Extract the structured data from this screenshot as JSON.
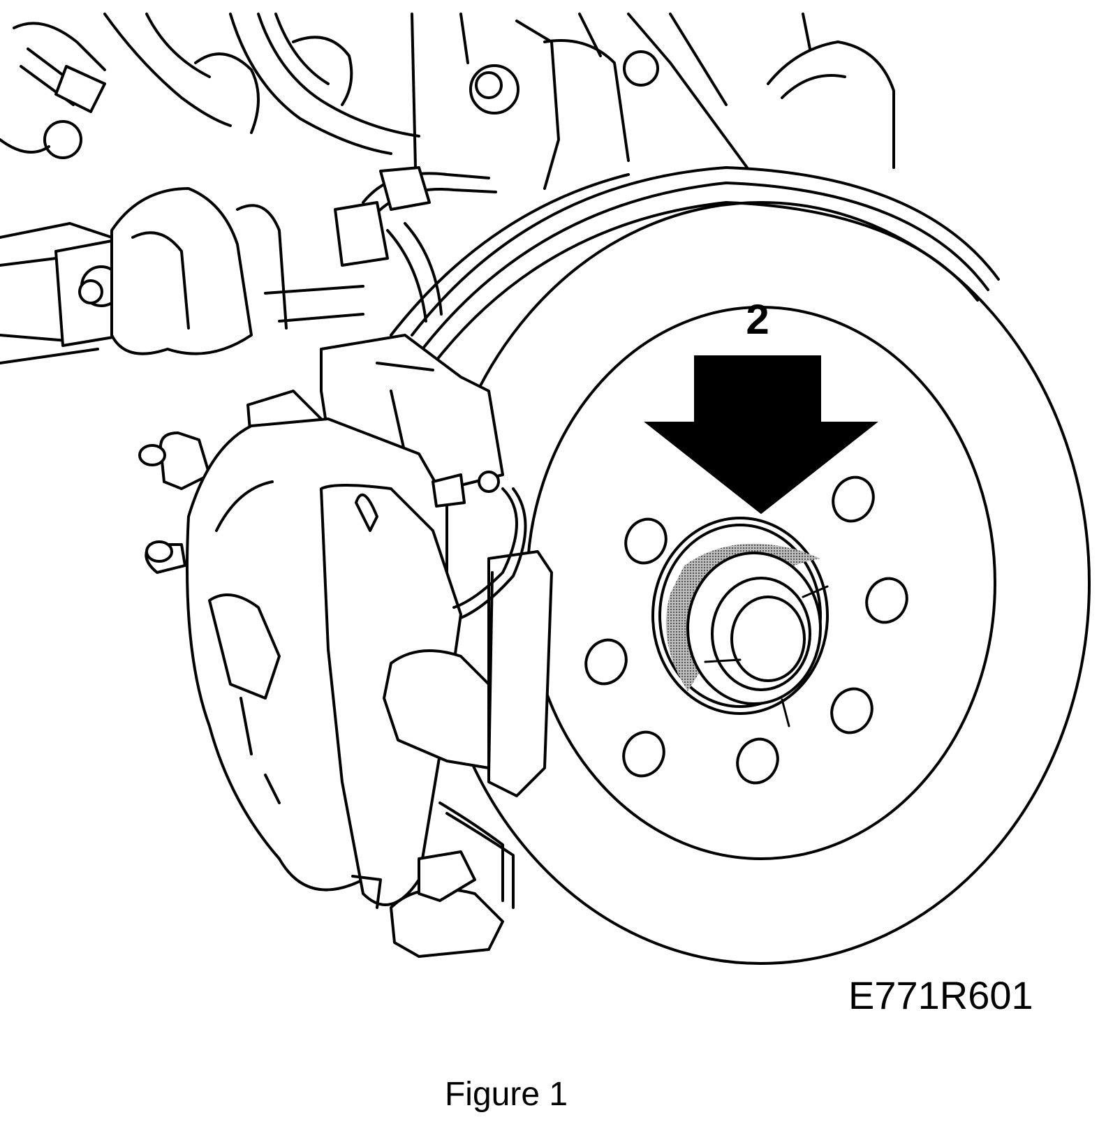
{
  "figure": {
    "callout_number": "2",
    "image_code": "E771R601",
    "caption": "Figure 1"
  },
  "colors": {
    "line": "#000000",
    "background": "#ffffff",
    "hub_shade": "#9a9a9a",
    "arrow": "#000000"
  }
}
